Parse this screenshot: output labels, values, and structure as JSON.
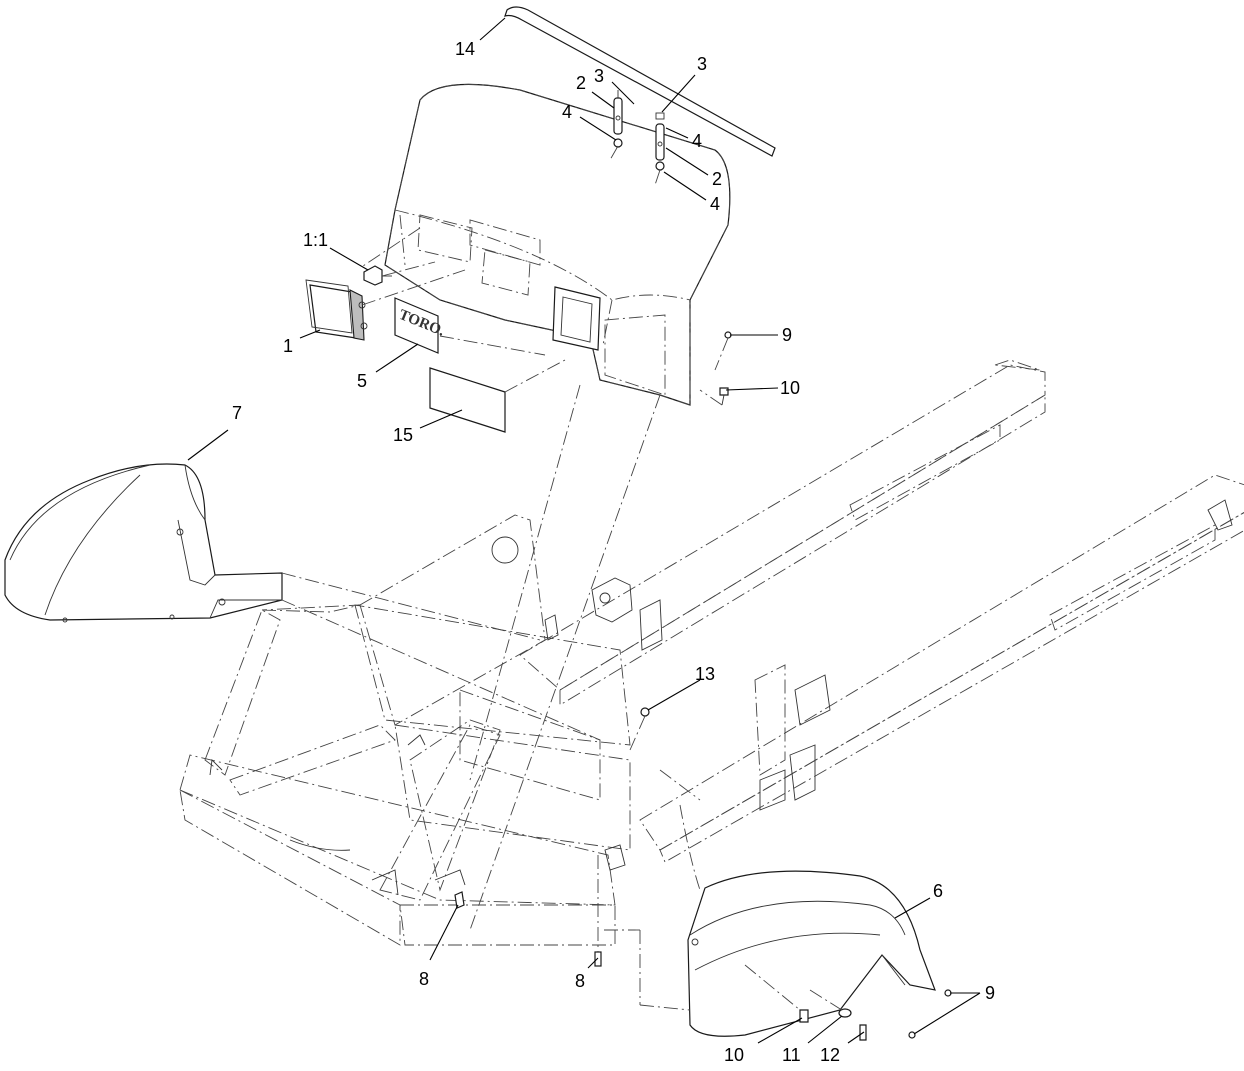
{
  "callouts": {
    "c14": "14",
    "c3a": "3",
    "c2a": "2",
    "c4a": "4",
    "c3b": "3",
    "c4b": "4",
    "c2b": "2",
    "c4c": "4",
    "c1_1": "1:1",
    "c1": "1",
    "c5": "5",
    "c15": "15",
    "c9a": "9",
    "c10a": "10",
    "c7": "7",
    "c13": "13",
    "c6": "6",
    "c8a": "8",
    "c8b": "8",
    "c9b": "9",
    "c10b": "10",
    "c11": "11",
    "c12": "12"
  },
  "decal_text": "TORO."
}
